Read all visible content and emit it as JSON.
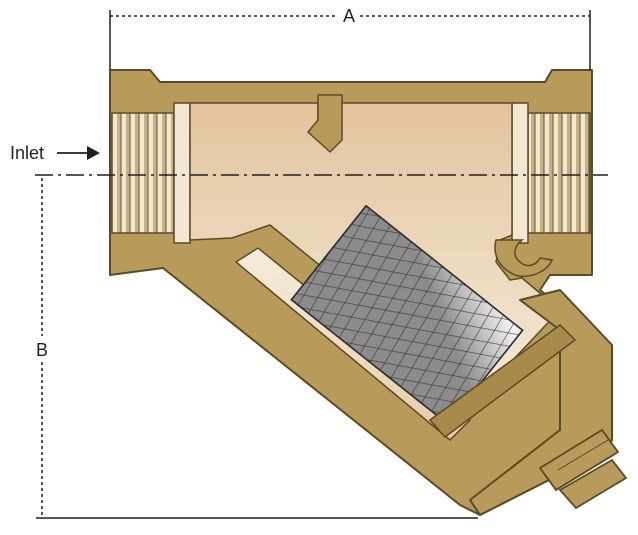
{
  "labels": {
    "dimension_a": "A",
    "dimension_b": "B",
    "inlet": "Inlet"
  },
  "colors": {
    "body_bronze": "#b89a5a",
    "body_outline": "#5a4a26",
    "cavity_light": "#f3e6d2",
    "cavity_dark": "#e2c49e",
    "screen_light": "#f4f4f4",
    "screen_dark": "#8c8c8c",
    "line": "#231f20"
  },
  "icons": {
    "inlet_arrow": "arrow-right-icon"
  }
}
